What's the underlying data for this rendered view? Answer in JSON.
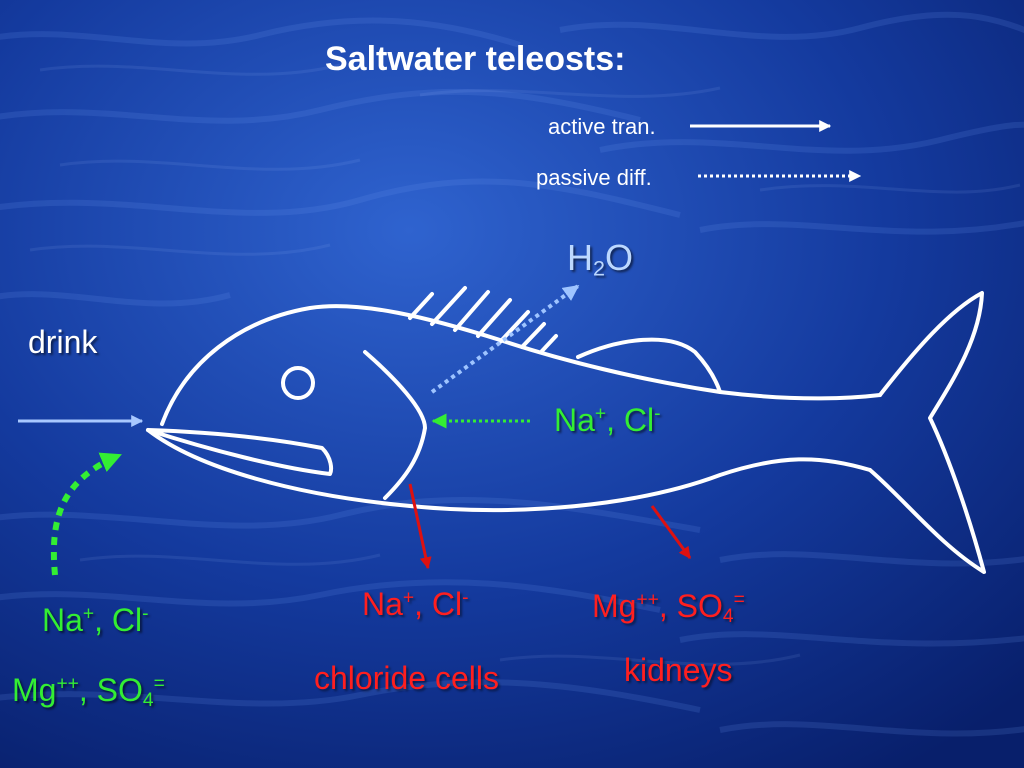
{
  "title": "Saltwater teleosts:",
  "legend": {
    "active_label": "active tran.",
    "passive_label": "passive diff."
  },
  "water": {
    "symbol": "H",
    "subscript": "2",
    "tail": "O"
  },
  "drink_label": "drink",
  "gill_uptake": {
    "na": "Na",
    "na_charge": "+",
    "sep": ", ",
    "cl": "Cl",
    "cl_charge": "-"
  },
  "ingested": {
    "line1": {
      "na": "Na",
      "na_charge": "+",
      "sep": ", ",
      "cl": "Cl",
      "cl_charge": "-"
    },
    "line2": {
      "mg": "Mg",
      "mg_charge": "++",
      "sep": ", ",
      "so": "SO",
      "so_sub": "4",
      "so_charge": "="
    }
  },
  "gill_excretion": {
    "na": "Na",
    "na_charge": "+",
    "sep": ", ",
    "cl": "Cl",
    "cl_charge": "-",
    "label": "chloride cells"
  },
  "kidney_excretion": {
    "mg": "Mg",
    "mg_charge": "++",
    "sep": ", ",
    "so": "SO",
    "so_sub": "4",
    "so_charge": "=",
    "label": "kidneys"
  },
  "colors": {
    "background": "#0b2a8a",
    "fish_outline": "#ffffff",
    "active_arrow": "#ffffff",
    "drink_arrow": "#a8c8ff",
    "water_arrow": "#9ec4ff",
    "green_text": "#33ee33",
    "red_text": "#ff1f1f",
    "red_arrow": "#dd1111"
  }
}
